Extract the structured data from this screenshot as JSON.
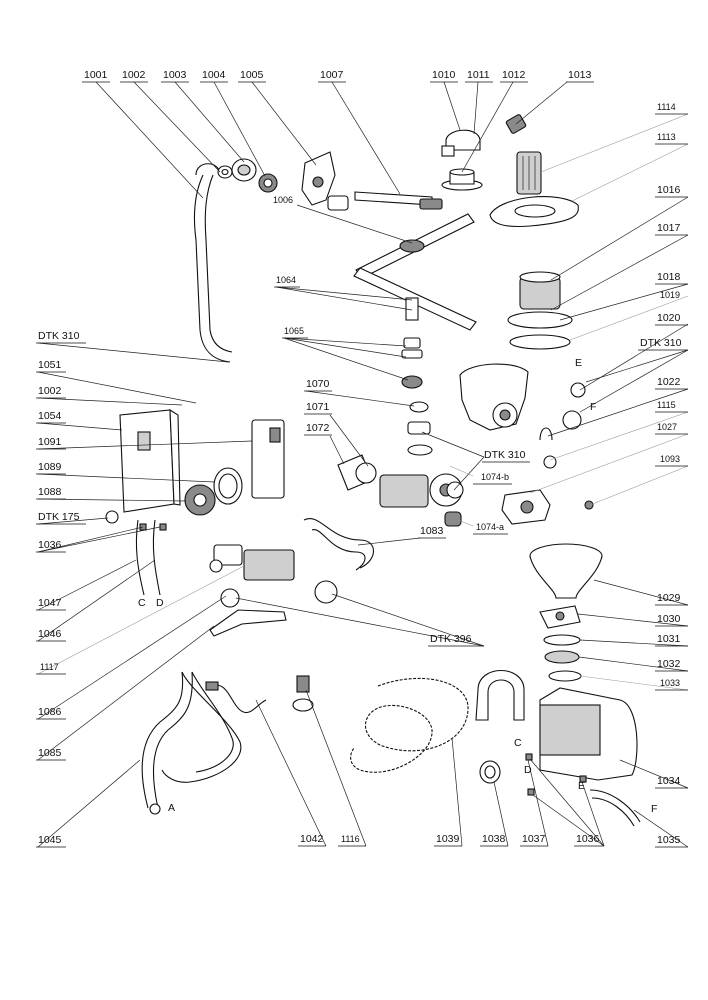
{
  "diagram": {
    "labels": {
      "p1001": "1001",
      "p1002a": "1002",
      "p1003": "1003",
      "p1004": "1004",
      "p1005": "1005",
      "p1007": "1007",
      "p1010": "1010",
      "p1011": "1011",
      "p1012": "1012",
      "p1013": "1013",
      "p1114": "1114",
      "p1113": "1113",
      "p1006": "1006",
      "p1016": "1016",
      "p1017": "1017",
      "p1064": "1064",
      "p1018": "1018",
      "p1019": "1019",
      "p1065": "1065",
      "p1020": "1020",
      "dtk310a": "DTK 310",
      "dtk310b": "DTK 310",
      "dtk310c": "DTK 310",
      "p1051": "1051",
      "p1070": "1070",
      "p1022": "1022",
      "p1002b": "1002",
      "p1071": "1071",
      "p1115": "1115",
      "p1054": "1054",
      "p1072": "1072",
      "p1027": "1027",
      "p1091": "1091",
      "p1093": "1093",
      "p1089": "1089",
      "p1074b": "1074-b",
      "p1088": "1088",
      "dtk175": "DTK 175",
      "p1074a": "1074-a",
      "p1083": "1083",
      "p1036a": "1036",
      "p1029": "1029",
      "p1047": "1047",
      "p1030": "1030",
      "p1046": "1046",
      "p1031": "1031",
      "dtk396": "DTK 396",
      "p1117": "1117",
      "p1032": "1032",
      "p1033": "1033",
      "p1086": "1086",
      "p1085": "1085",
      "p1034": "1034",
      "p1045": "1045",
      "p1042": "1042",
      "p1116": "1116",
      "p1039": "1039",
      "p1038": "1038",
      "p1037": "1037",
      "p1036b": "1036",
      "p1035": "1035",
      "m_c1": "C",
      "m_d1": "D",
      "m_a": "A",
      "m_c2": "C",
      "m_d2": "D",
      "m_e1": "E",
      "m_e2": "E",
      "m_f1": "F",
      "m_f2": "F"
    }
  }
}
